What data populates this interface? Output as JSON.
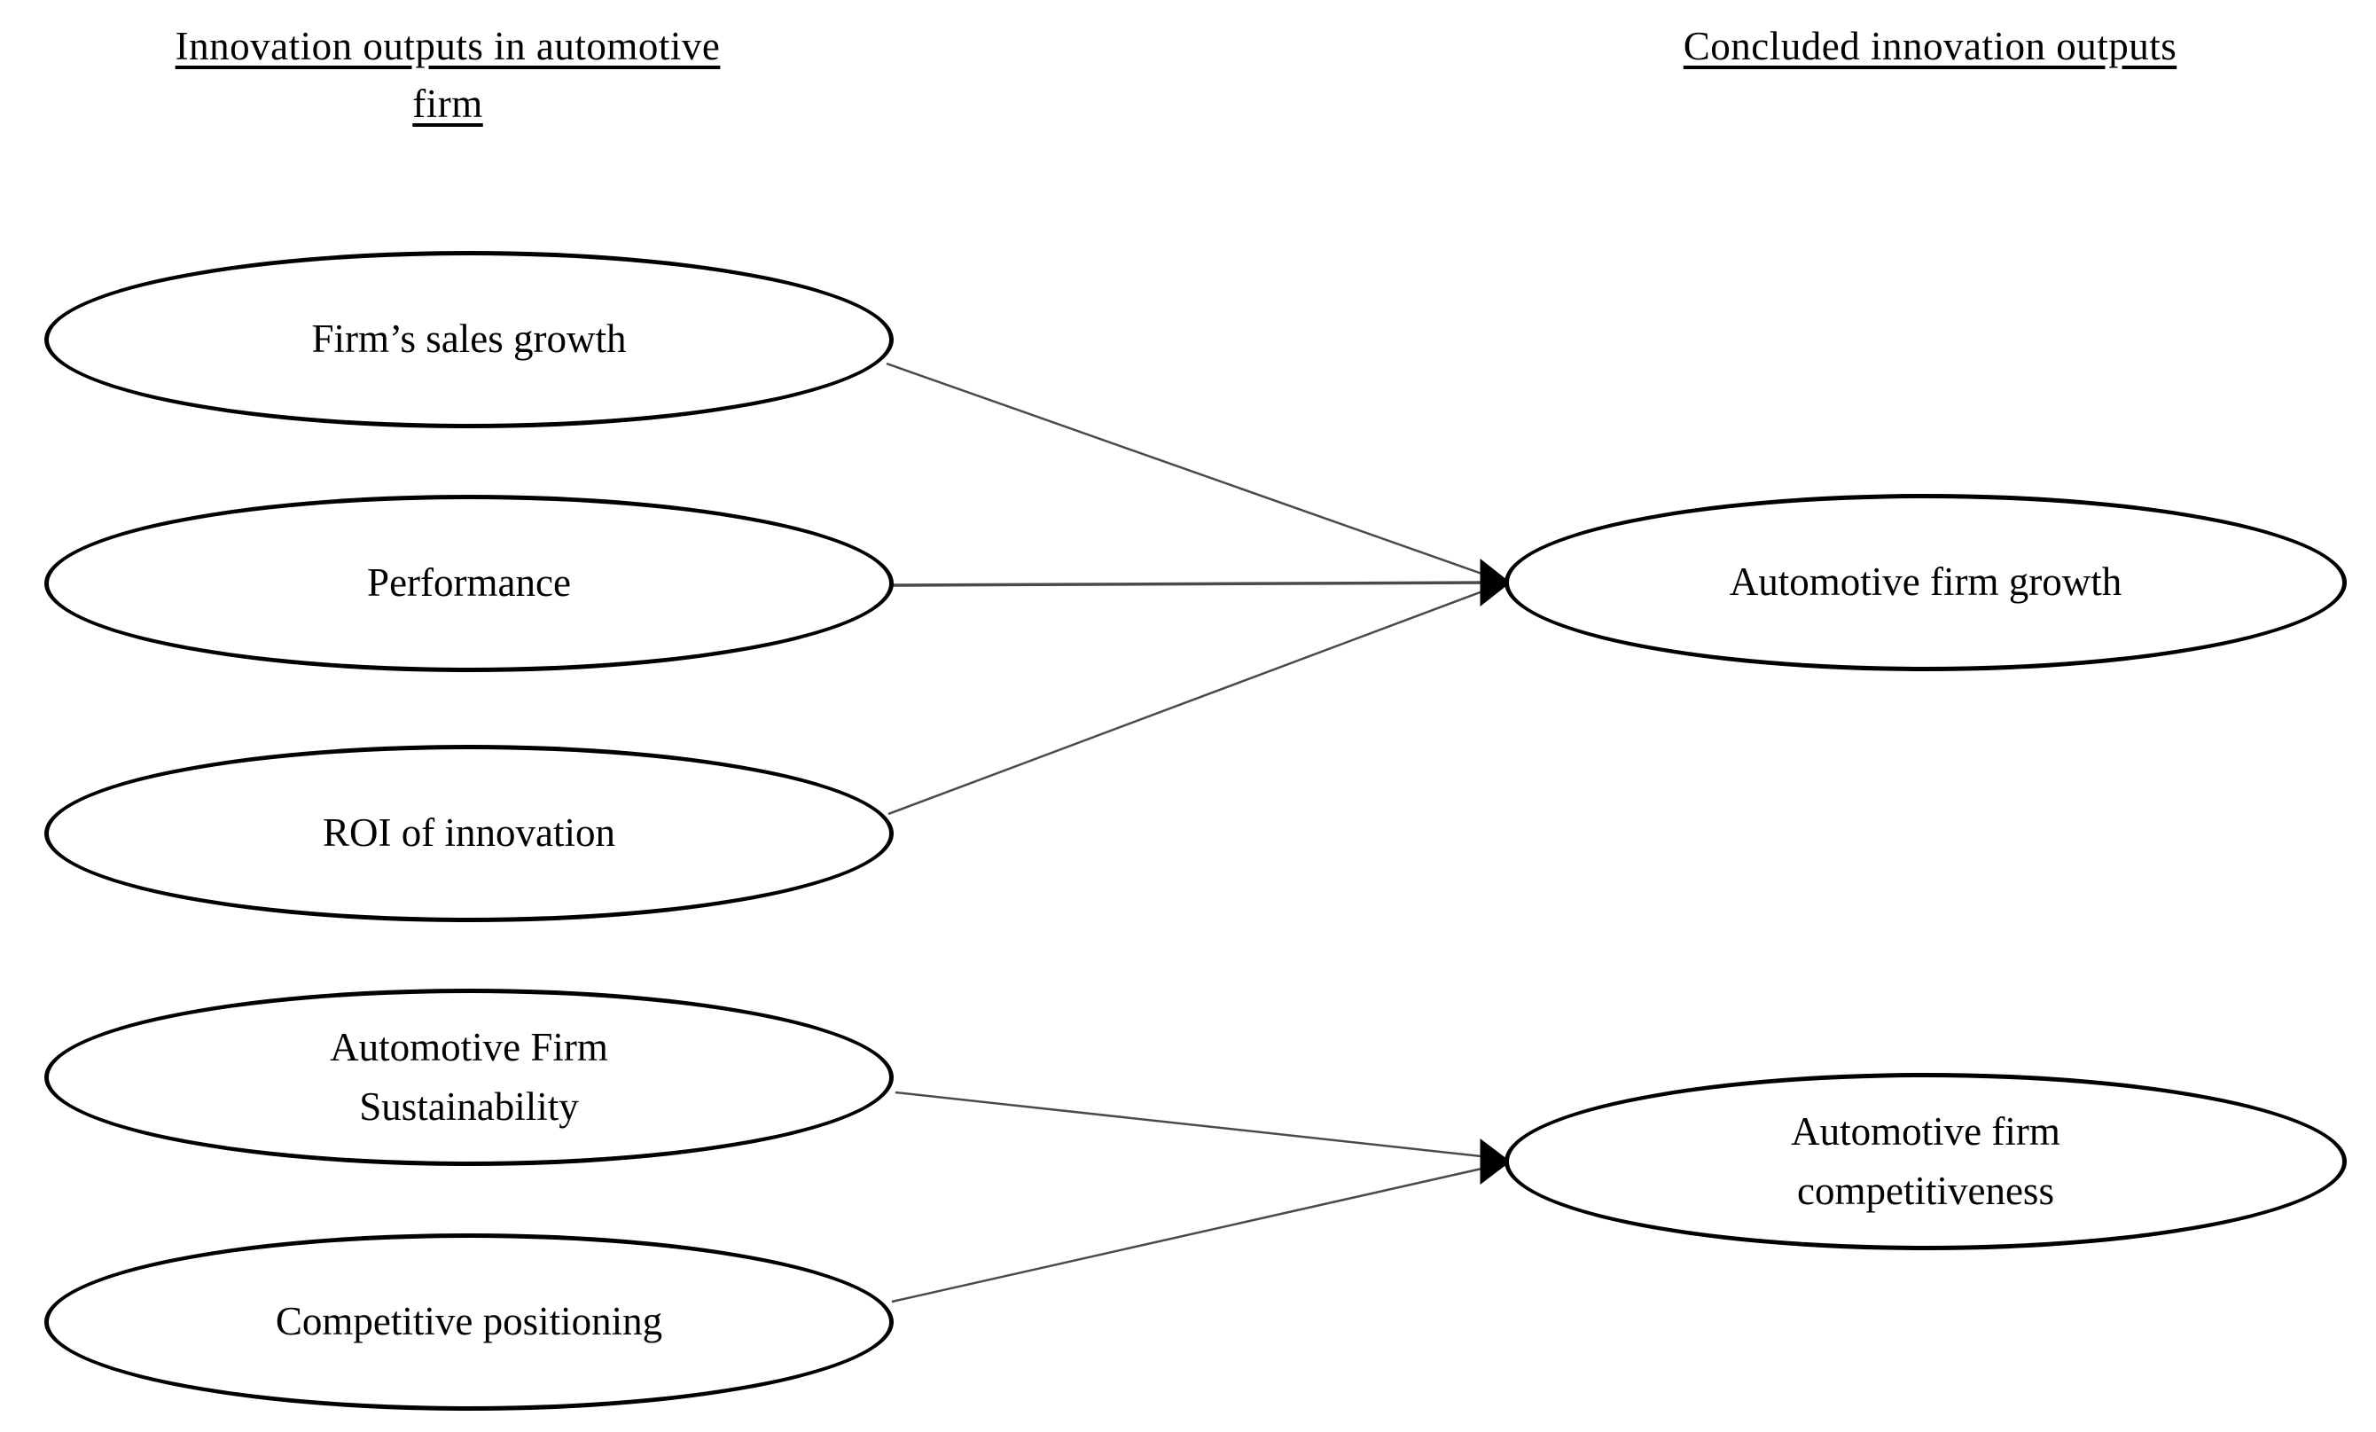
{
  "headers": {
    "left": "Innovation outputs in automotive\nfirm",
    "right": "Concluded innovation outputs"
  },
  "nodes": {
    "left": [
      {
        "id": "firms-sales-growth",
        "label": "Firm’s sales growth"
      },
      {
        "id": "performance",
        "label": "Performance"
      },
      {
        "id": "roi-of-innovation",
        "label": "ROI of innovation"
      },
      {
        "id": "automotive-firm-sustainability",
        "label": "Automotive Firm\nSustainability"
      },
      {
        "id": "competitive-positioning",
        "label": "Competitive positioning"
      }
    ],
    "right": [
      {
        "id": "automotive-firm-growth",
        "label": "Automotive firm growth"
      },
      {
        "id": "automotive-firm-competitiveness",
        "label": "Automotive firm\ncompetitiveness"
      }
    ]
  },
  "edges": [
    {
      "from": "firms-sales-growth",
      "to": "automotive-firm-growth"
    },
    {
      "from": "performance",
      "to": "automotive-firm-growth"
    },
    {
      "from": "roi-of-innovation",
      "to": "automotive-firm-growth"
    },
    {
      "from": "automotive-firm-sustainability",
      "to": "automotive-firm-competitiveness"
    },
    {
      "from": "competitive-positioning",
      "to": "automotive-firm-competitiveness"
    }
  ],
  "colors": {
    "background": "#ffffff",
    "node_border": "#000000",
    "text": "#000000",
    "arrow_line": "#4a4a4a",
    "arrow_head": "#000000"
  }
}
